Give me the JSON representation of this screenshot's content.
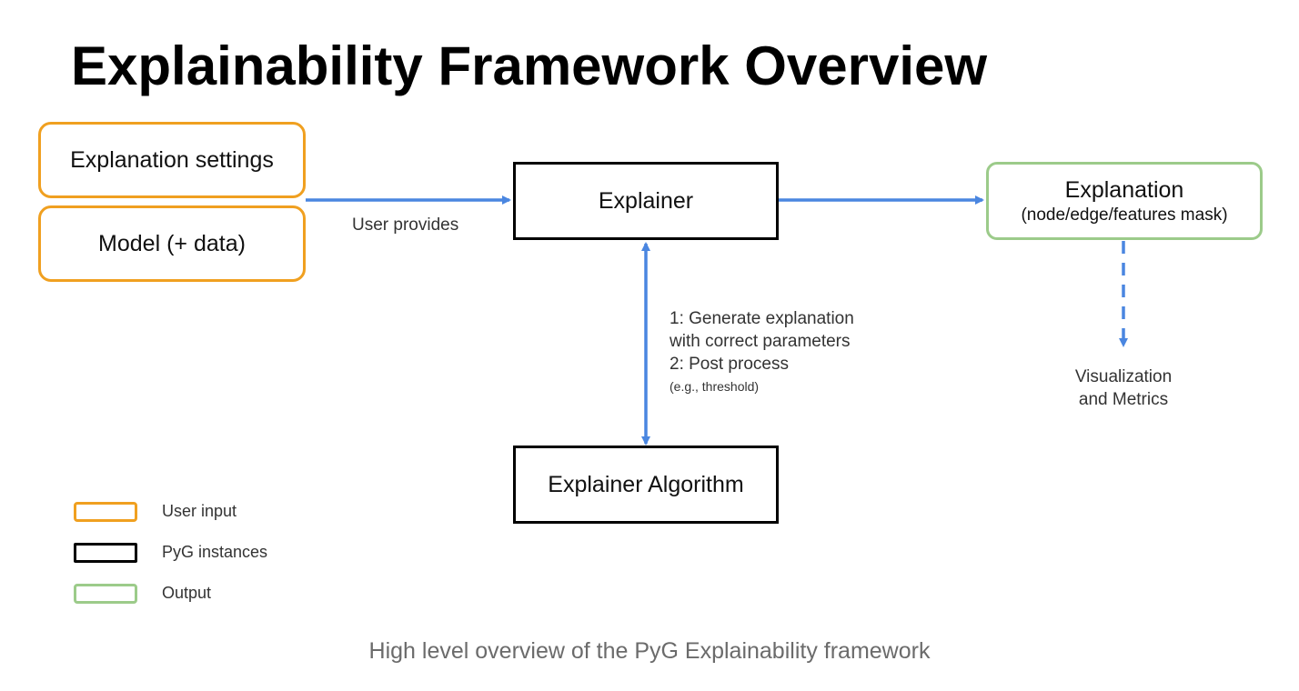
{
  "title": "Explainability Framework Overview",
  "inputs": {
    "settings": "Explanation settings",
    "model": "Model (+ data)",
    "arrow_label": "User provides"
  },
  "explainer": {
    "label": "Explainer"
  },
  "algorithm": {
    "label": "Explainer Algorithm"
  },
  "explanation": {
    "label": "Explanation",
    "sublabel": "(node/edge/features mask)"
  },
  "loop_labels": {
    "line1": "1: Generate explanation",
    "line2": "with correct parameters",
    "line3": "2: Post process",
    "line4": "(e.g., threshold)"
  },
  "output_target": {
    "line1": "Visualization",
    "line2": "and Metrics"
  },
  "legend": [
    {
      "label": "User input",
      "color": "#f0a020"
    },
    {
      "label": "PyG instances",
      "color": "#000000"
    },
    {
      "label": "Output",
      "color": "#9ccb8a"
    }
  ],
  "colors": {
    "arrow": "#4a86e0"
  },
  "caption": "High level overview of the PyG Explainability framework"
}
